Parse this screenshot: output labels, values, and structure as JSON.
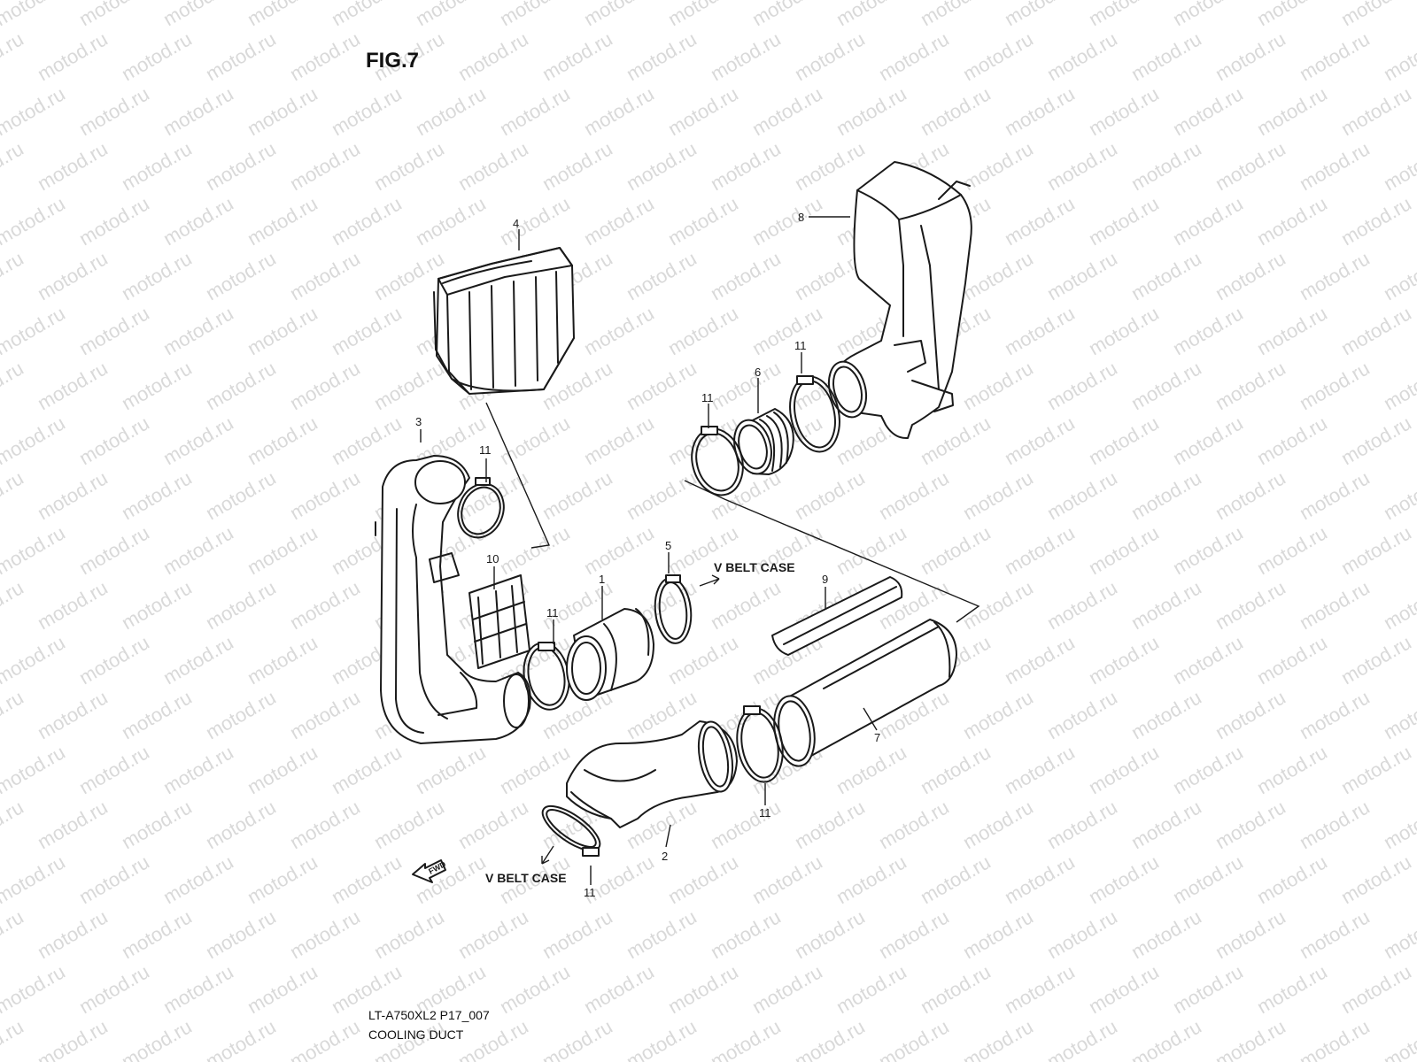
{
  "figure_title": "FIG.7",
  "watermark_text": "motod.ru",
  "direction_labels": {
    "upper": "V BELT CASE",
    "lower": "V BELT CASE",
    "forward": "FWD"
  },
  "footer": {
    "code": "LT-A750XL2 P17_007",
    "caption": "COOLING DUCT"
  },
  "callouts": {
    "c1": "1",
    "c2": "2",
    "c3": "3",
    "c4": "4",
    "c5": "5",
    "c6": "6",
    "c7": "7",
    "c8": "8",
    "c9": "9",
    "c10": "10",
    "c11a": "11",
    "c11b": "11",
    "c11c": "11",
    "c11d": "11",
    "c11e": "11",
    "c11f": "11"
  }
}
